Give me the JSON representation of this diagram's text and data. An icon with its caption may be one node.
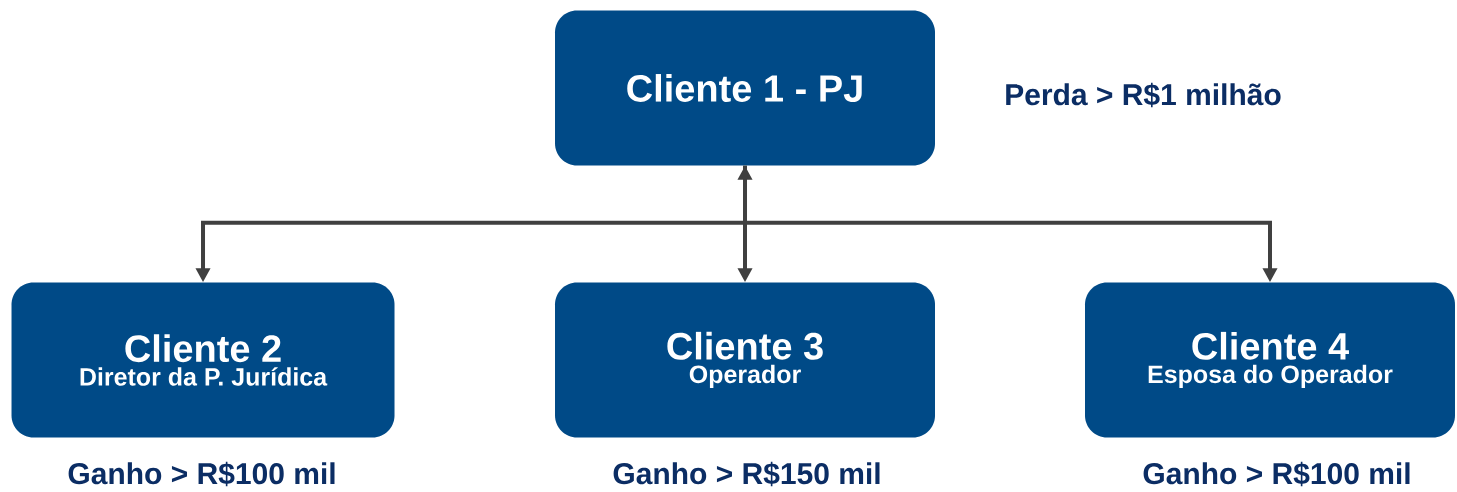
{
  "diagram": {
    "nodes": [
      {
        "text": [
          "Cliente 1 - PJ"
        ],
        "beside": [
          "Perda > R$1 milhão"
        ]
      },
      {
        "text": [
          "Cliente 2",
          "Diretor da P. Jurídica"
        ],
        "beside": [
          "Ganho > R$100 mil"
        ]
      },
      {
        "text": [
          "Cliente 3",
          "Operador"
        ],
        "beside": [
          "Ganho > R$150 mil"
        ]
      },
      {
        "text": [
          "Cliente 4",
          "Esposa do Operador"
        ],
        "beside": [
          "Ganho > R$100 mil"
        ]
      }
    ],
    "edges": [
      {
        "from": 0,
        "to": 1,
        "arrow": "to"
      },
      {
        "from": 0,
        "to": 2,
        "arrow": "both"
      },
      {
        "from": 0,
        "to": 3,
        "arrow": "to"
      }
    ]
  }
}
